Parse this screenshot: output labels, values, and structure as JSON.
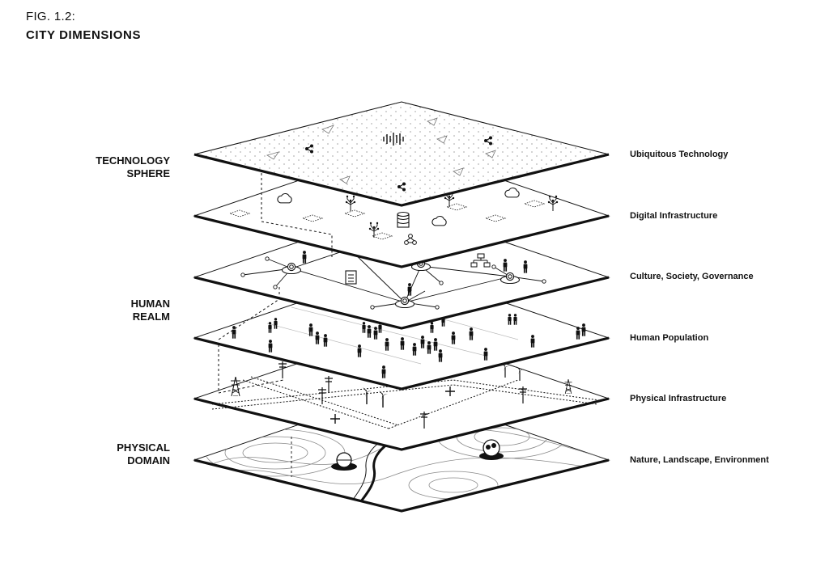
{
  "figure": {
    "number": "FIG. 1.2:",
    "title": "CITY DIMENSIONS"
  },
  "groups": [
    {
      "line1": "TECHNOLOGY",
      "line2": "SPHERE"
    },
    {
      "line1": "HUMAN",
      "line2": "REALM"
    },
    {
      "line1": "PHYSICAL",
      "line2": "DOMAIN"
    }
  ],
  "layers": [
    {
      "label": "Ubiquitous Technology"
    },
    {
      "label": "Digital Infrastructure"
    },
    {
      "label": "Culture, Society, Governance"
    },
    {
      "label": "Human Population"
    },
    {
      "label": "Physical Infrastructure"
    },
    {
      "label": "Nature, Landscape, Environment"
    }
  ],
  "colors": {
    "ink": "#111111",
    "paper": "#ffffff",
    "grey": "#9a9a9a"
  }
}
